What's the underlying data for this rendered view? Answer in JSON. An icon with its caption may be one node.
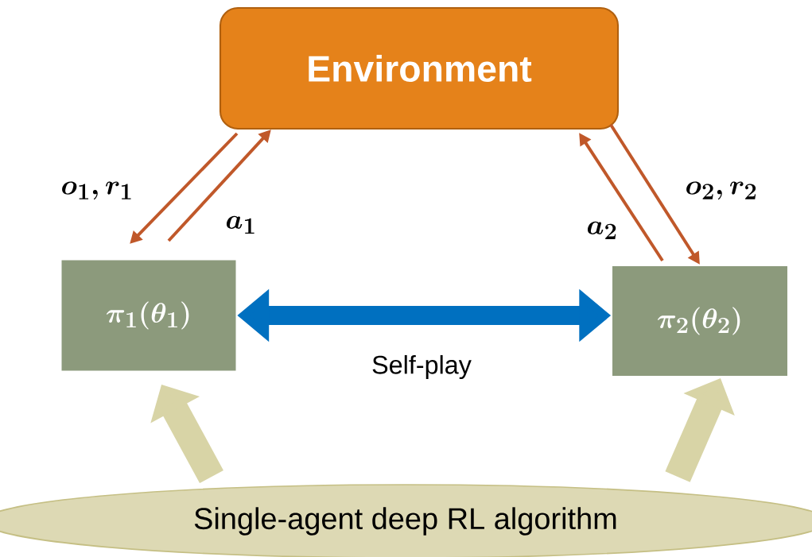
{
  "diagram": {
    "nodes": [
      {
        "text": [
          "Environment"
        ]
      },
      {
        "text": [
          "\\pi_1(\\theta_1)"
        ]
      },
      {
        "text": [
          "\\pi_2(\\theta_2)"
        ]
      },
      {
        "text": [
          "Single-agent deep RL algorithm"
        ]
      }
    ],
    "edges": [
      {
        "from": 0,
        "to": 1,
        "arrow": "to",
        "label": "o_1, r_1"
      },
      {
        "from": 1,
        "to": 0,
        "arrow": "to",
        "label": "a_1"
      },
      {
        "from": 2,
        "to": 0,
        "arrow": "to",
        "label": "a_2"
      },
      {
        "from": 0,
        "to": 2,
        "arrow": "to",
        "label": "o_2, r_2"
      },
      {
        "from": 1,
        "to": 2,
        "arrow": "both",
        "label": "Self-play",
        "style": "thick",
        "color": "#0070c0"
      },
      {
        "from": 3,
        "to": 1,
        "arrow": "to",
        "style": "thick",
        "color": "#d8d4a6"
      },
      {
        "from": 3,
        "to": 2,
        "arrow": "to",
        "style": "thick",
        "color": "#d8d4a6"
      }
    ]
  }
}
